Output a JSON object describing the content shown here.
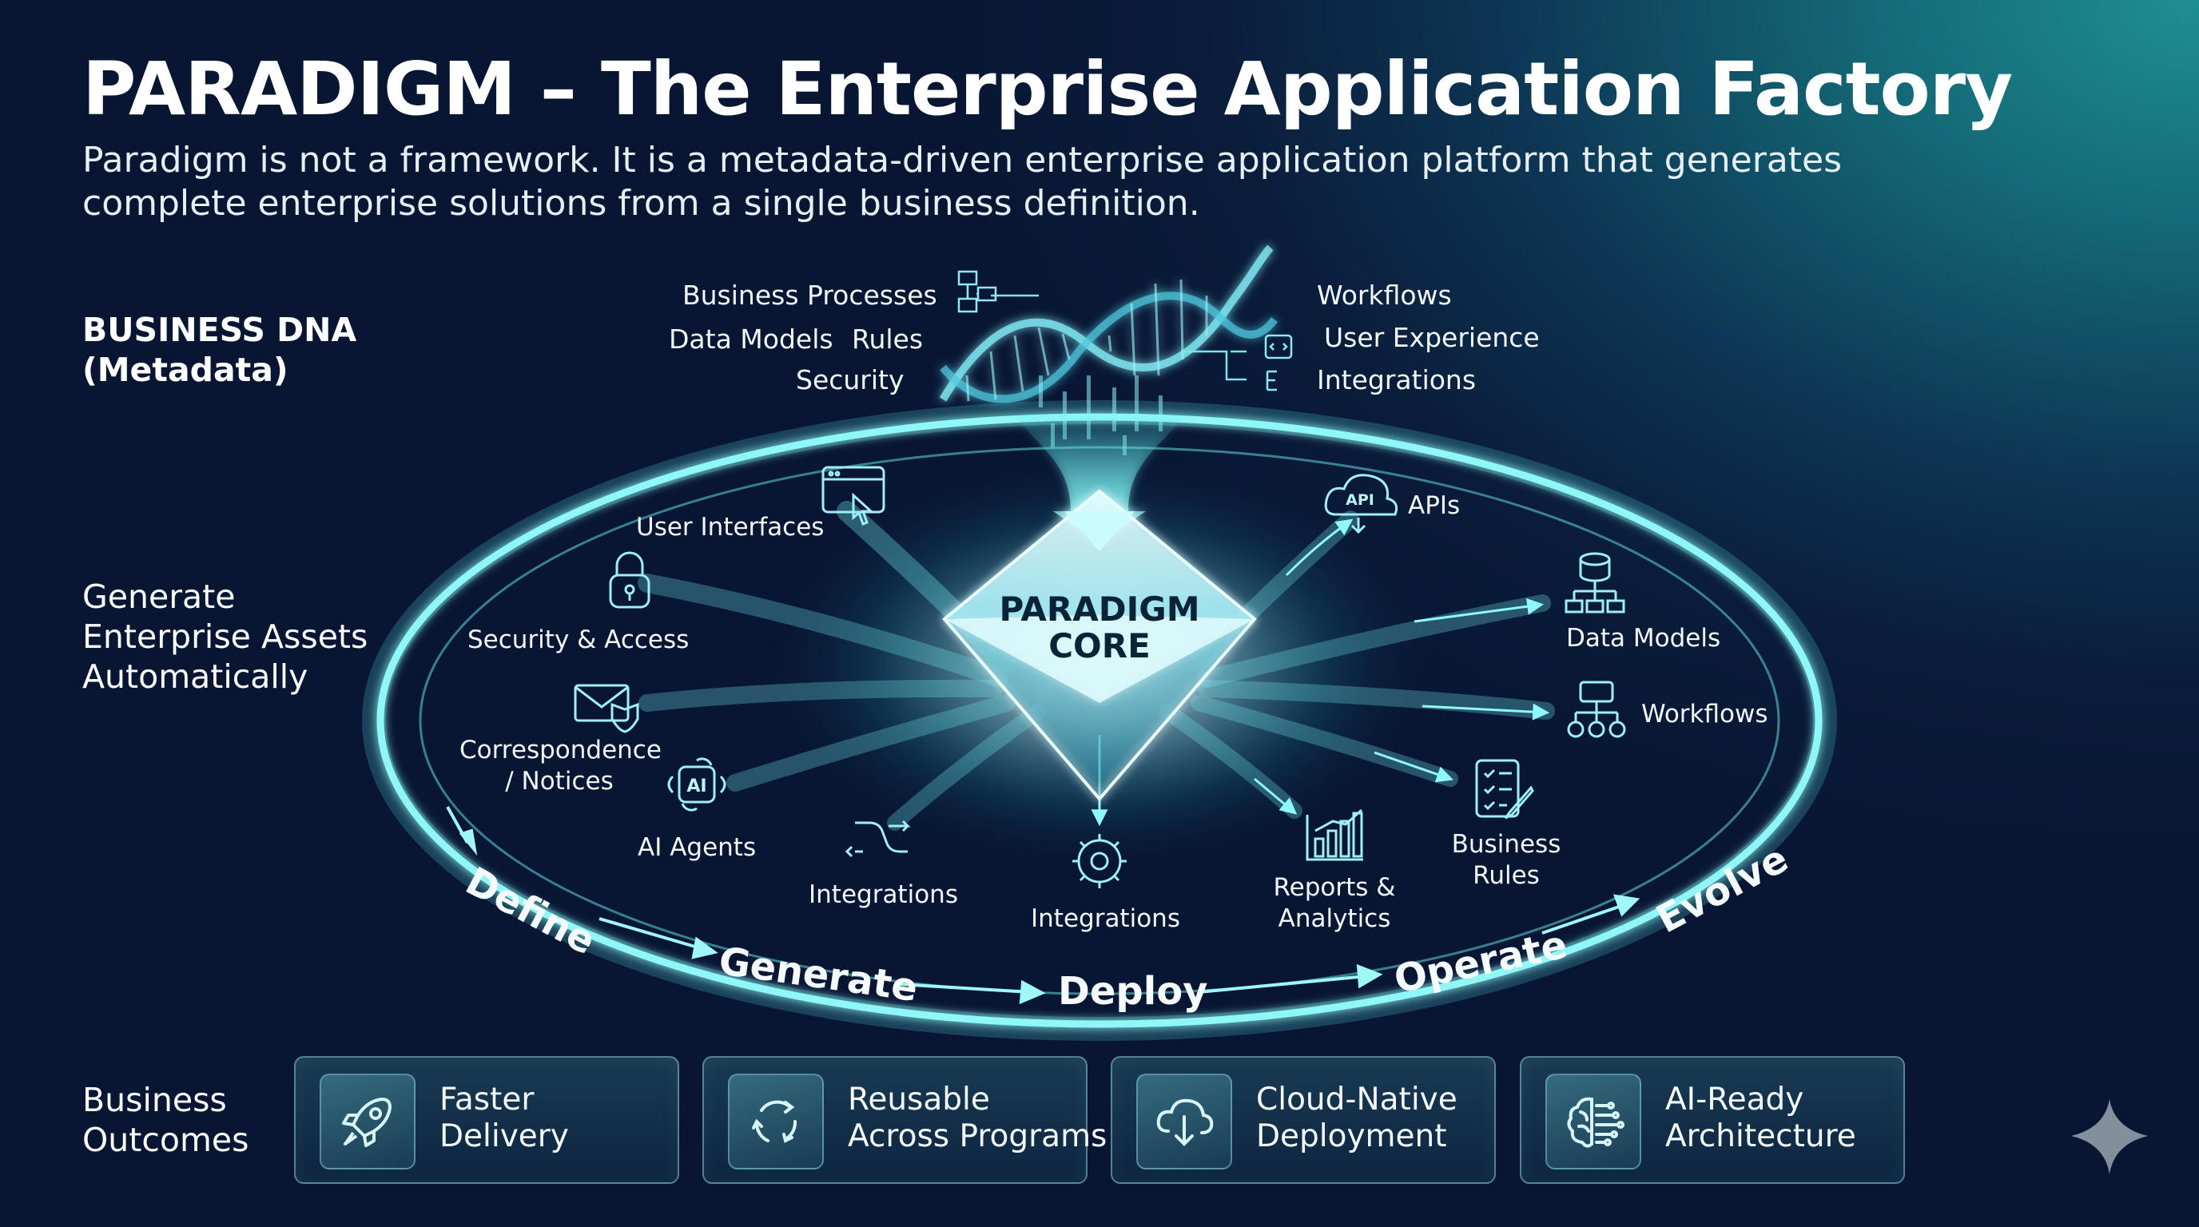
{
  "header": {
    "title": "PARADIGM – The Enterprise Application Factory",
    "subtitle": "Paradigm is not a framework. It is a metadata-driven enterprise application platform that generates complete enterprise solutions from a single business definition."
  },
  "side_labels": {
    "dna_line1": "BUSINESS DNA",
    "dna_line2": "(Metadata)",
    "generate_line1": "Generate",
    "generate_line2": "Enterprise Assets",
    "generate_line3": "Automatically",
    "outcomes_line1": "Business",
    "outcomes_line2": "Outcomes"
  },
  "dna_inputs": {
    "left": {
      "business_processes": "Business Processes",
      "data_models": "Data Models",
      "rules": "Rules",
      "security": "Security"
    },
    "right": {
      "workflows": "Workflows",
      "user_experience": "User Experience",
      "integrations": "Integrations"
    }
  },
  "core": {
    "line1": "PARADIGM",
    "line2": "CORE"
  },
  "assets": {
    "user_interfaces": "User Interfaces",
    "security_access": "Security & Access",
    "correspondence_line1": "Correspondence",
    "correspondence_line2": "/ Notices",
    "ai_agents": "AI Agents",
    "integrations_left": "Integrations",
    "integrations_center": "Integrations",
    "reports_line1": "Reports &",
    "reports_line2": "Analytics",
    "business_rules_line1": "Business",
    "business_rules_line2": "Rules",
    "workflows": "Workflows",
    "data_models": "Data Models",
    "apis": "APIs",
    "ai_badge": "AI",
    "api_badge": "API"
  },
  "lifecycle": {
    "define": "Define",
    "generate": "Generate",
    "deploy": "Deploy",
    "operate": "Operate",
    "evolve": "Evolve"
  },
  "outcomes": [
    {
      "icon": "rocket-icon",
      "line1": "Faster",
      "line2": "Delivery"
    },
    {
      "icon": "cycle-arrows-icon",
      "line1": "Reusable",
      "line2": "Across Programs"
    },
    {
      "icon": "cloud-download-icon",
      "line1": "Cloud-Native",
      "line2": "Deployment"
    },
    {
      "icon": "brain-circuit-icon",
      "line1": "AI-Ready",
      "line2": "Architecture"
    }
  ],
  "colors": {
    "accent": "#5ff0f0",
    "ring": "#7ff7f5",
    "background_dark": "#0a1c3a",
    "background_teal": "#1f8f93"
  }
}
